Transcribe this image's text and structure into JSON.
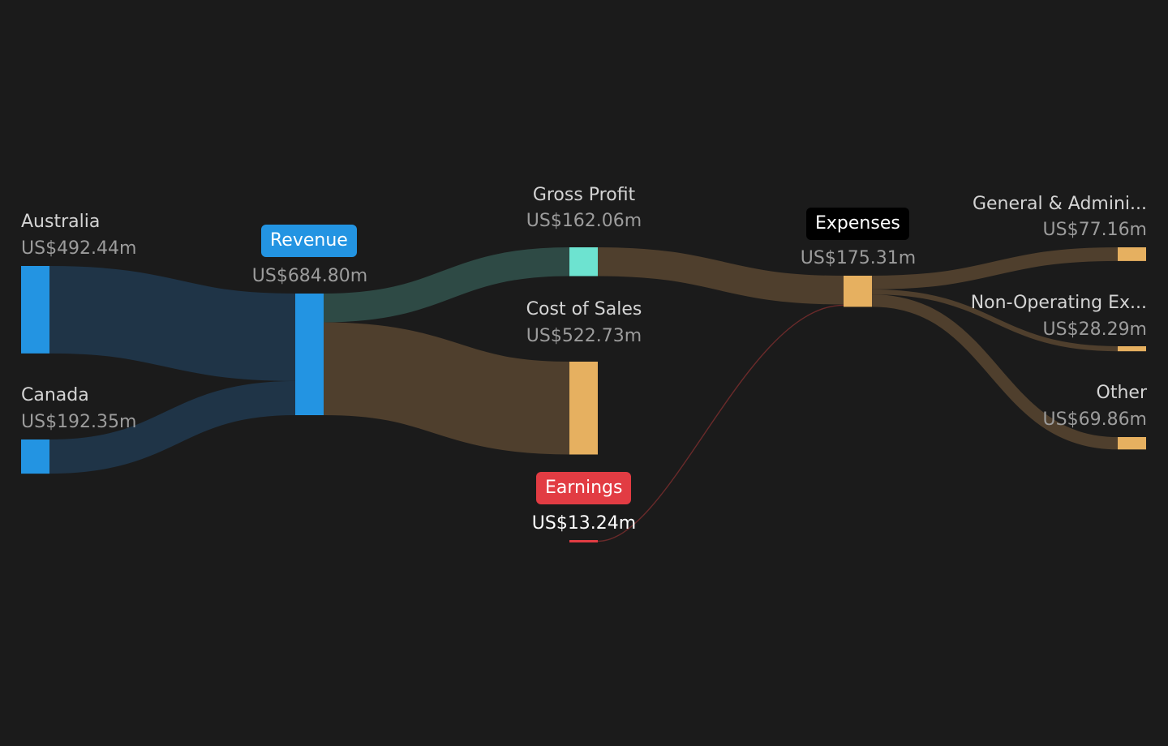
{
  "nodes": {
    "australia": {
      "name": "Australia",
      "value": "US$492.44m",
      "amount": 492.44
    },
    "canada": {
      "name": "Canada",
      "value": "US$192.35m",
      "amount": 192.35
    },
    "revenue": {
      "name": "Revenue",
      "value": "US$684.80m",
      "amount": 684.8
    },
    "gross_profit": {
      "name": "Gross Profit",
      "value": "US$162.06m",
      "amount": 162.06
    },
    "cost_of_sales": {
      "name": "Cost of Sales",
      "value": "US$522.73m",
      "amount": 522.73
    },
    "earnings": {
      "name": "Earnings",
      "value": "US$13.24m",
      "amount": 13.24
    },
    "expenses": {
      "name": "Expenses",
      "value": "US$175.31m",
      "amount": 175.31
    },
    "general_admin": {
      "name": "General & Admini...",
      "value": "US$77.16m",
      "amount": 77.16
    },
    "non_operating": {
      "name": "Non-Operating Ex...",
      "value": "US$28.29m",
      "amount": 28.29
    },
    "other": {
      "name": "Other",
      "value": "US$69.86m",
      "amount": 69.86
    }
  },
  "links": [
    {
      "from": "australia",
      "to": "revenue",
      "value": 492.44
    },
    {
      "from": "canada",
      "to": "revenue",
      "value": 192.35
    },
    {
      "from": "revenue",
      "to": "gross_profit",
      "value": 162.06
    },
    {
      "from": "revenue",
      "to": "cost_of_sales",
      "value": 522.73
    },
    {
      "from": "gross_profit",
      "to": "expenses",
      "value": 162.06
    },
    {
      "from": "earnings",
      "to": "expenses",
      "value": 13.24
    },
    {
      "from": "expenses",
      "to": "general_admin",
      "value": 77.16
    },
    {
      "from": "expenses",
      "to": "non_operating",
      "value": 28.29
    },
    {
      "from": "expenses",
      "to": "other",
      "value": 69.86
    }
  ],
  "colors": {
    "background": "#1b1b1b",
    "segment_node": "#2394e2",
    "segment_link": "#1f3447",
    "gross_profit_node": "#6de3d0",
    "gross_profit_link": "#2e4a45",
    "cost_node": "#e6b060",
    "cost_link": "#4f3f2d",
    "earnings_node": "#e23c43",
    "earnings_link": "#6a2a2a",
    "expenses_badge": "#000000"
  }
}
